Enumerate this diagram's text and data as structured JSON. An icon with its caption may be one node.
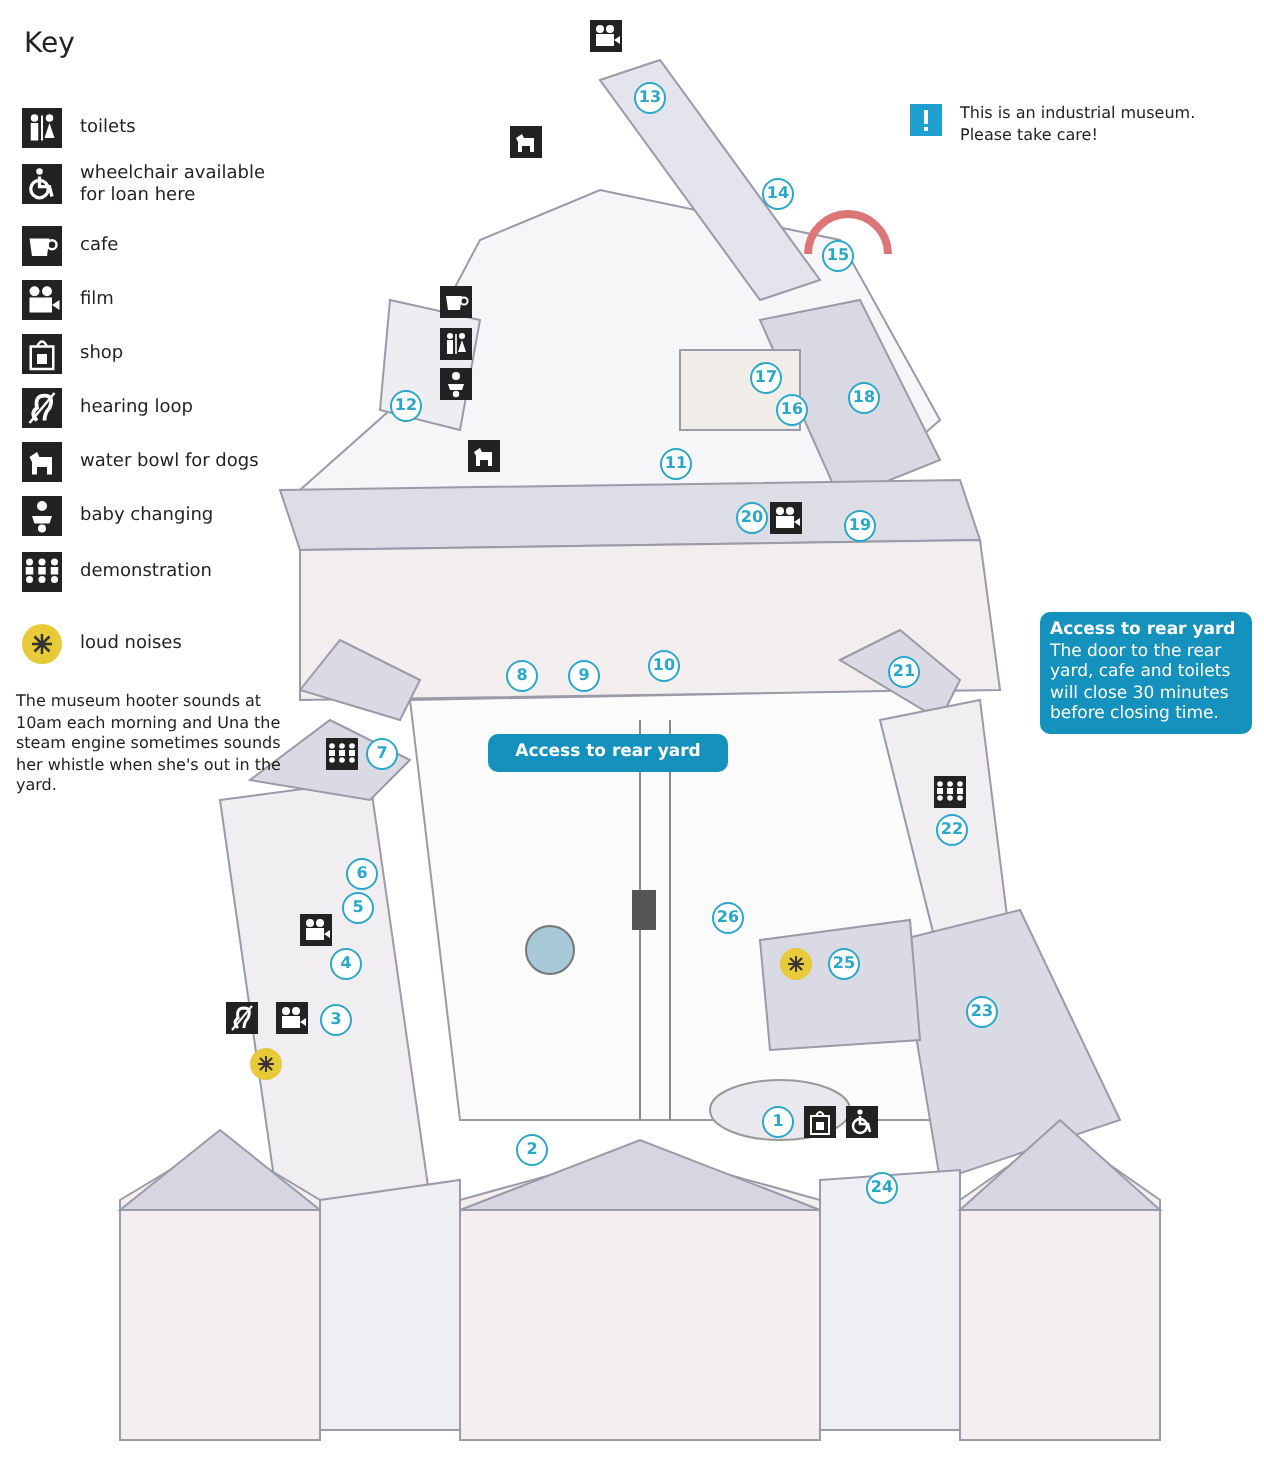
{
  "diagram": {
    "nodes": [
      {
        "text": [
          "Access to rear yard"
        ]
      },
      {
        "text": [
          "Access to rear yard",
          "The door to the rear yard, cafe and toilets will close 30 minutes before closing time."
        ]
      }
    ],
    "labels": [
      "Key",
      "This is an industrial museum. Please take care!",
      "13",
      "14",
      "15",
      "12",
      "17",
      "18",
      "16",
      "11",
      "20",
      "19",
      "8",
      "9",
      "10",
      "21",
      "7",
      "22",
      "6",
      "5",
      "26",
      "4",
      "25",
      "3",
      "23",
      "1",
      "2",
      "24",
      "The museum hooter sounds at 10am each morning and Una the steam engine sometimes sounds her whistle when she's out in the yard."
    ],
    "legend": [
      {
        "text": "toilets"
      },
      {
        "text": "wheelchair available for loan here"
      },
      {
        "text": "cafe"
      },
      {
        "text": "film"
      },
      {
        "text": "shop"
      },
      {
        "text": "hearing loop"
      },
      {
        "text": "water bowl for dogs"
      },
      {
        "text": "baby changing"
      },
      {
        "text": "demonstration"
      },
      {
        "text": "loud noises"
      }
    ]
  }
}
